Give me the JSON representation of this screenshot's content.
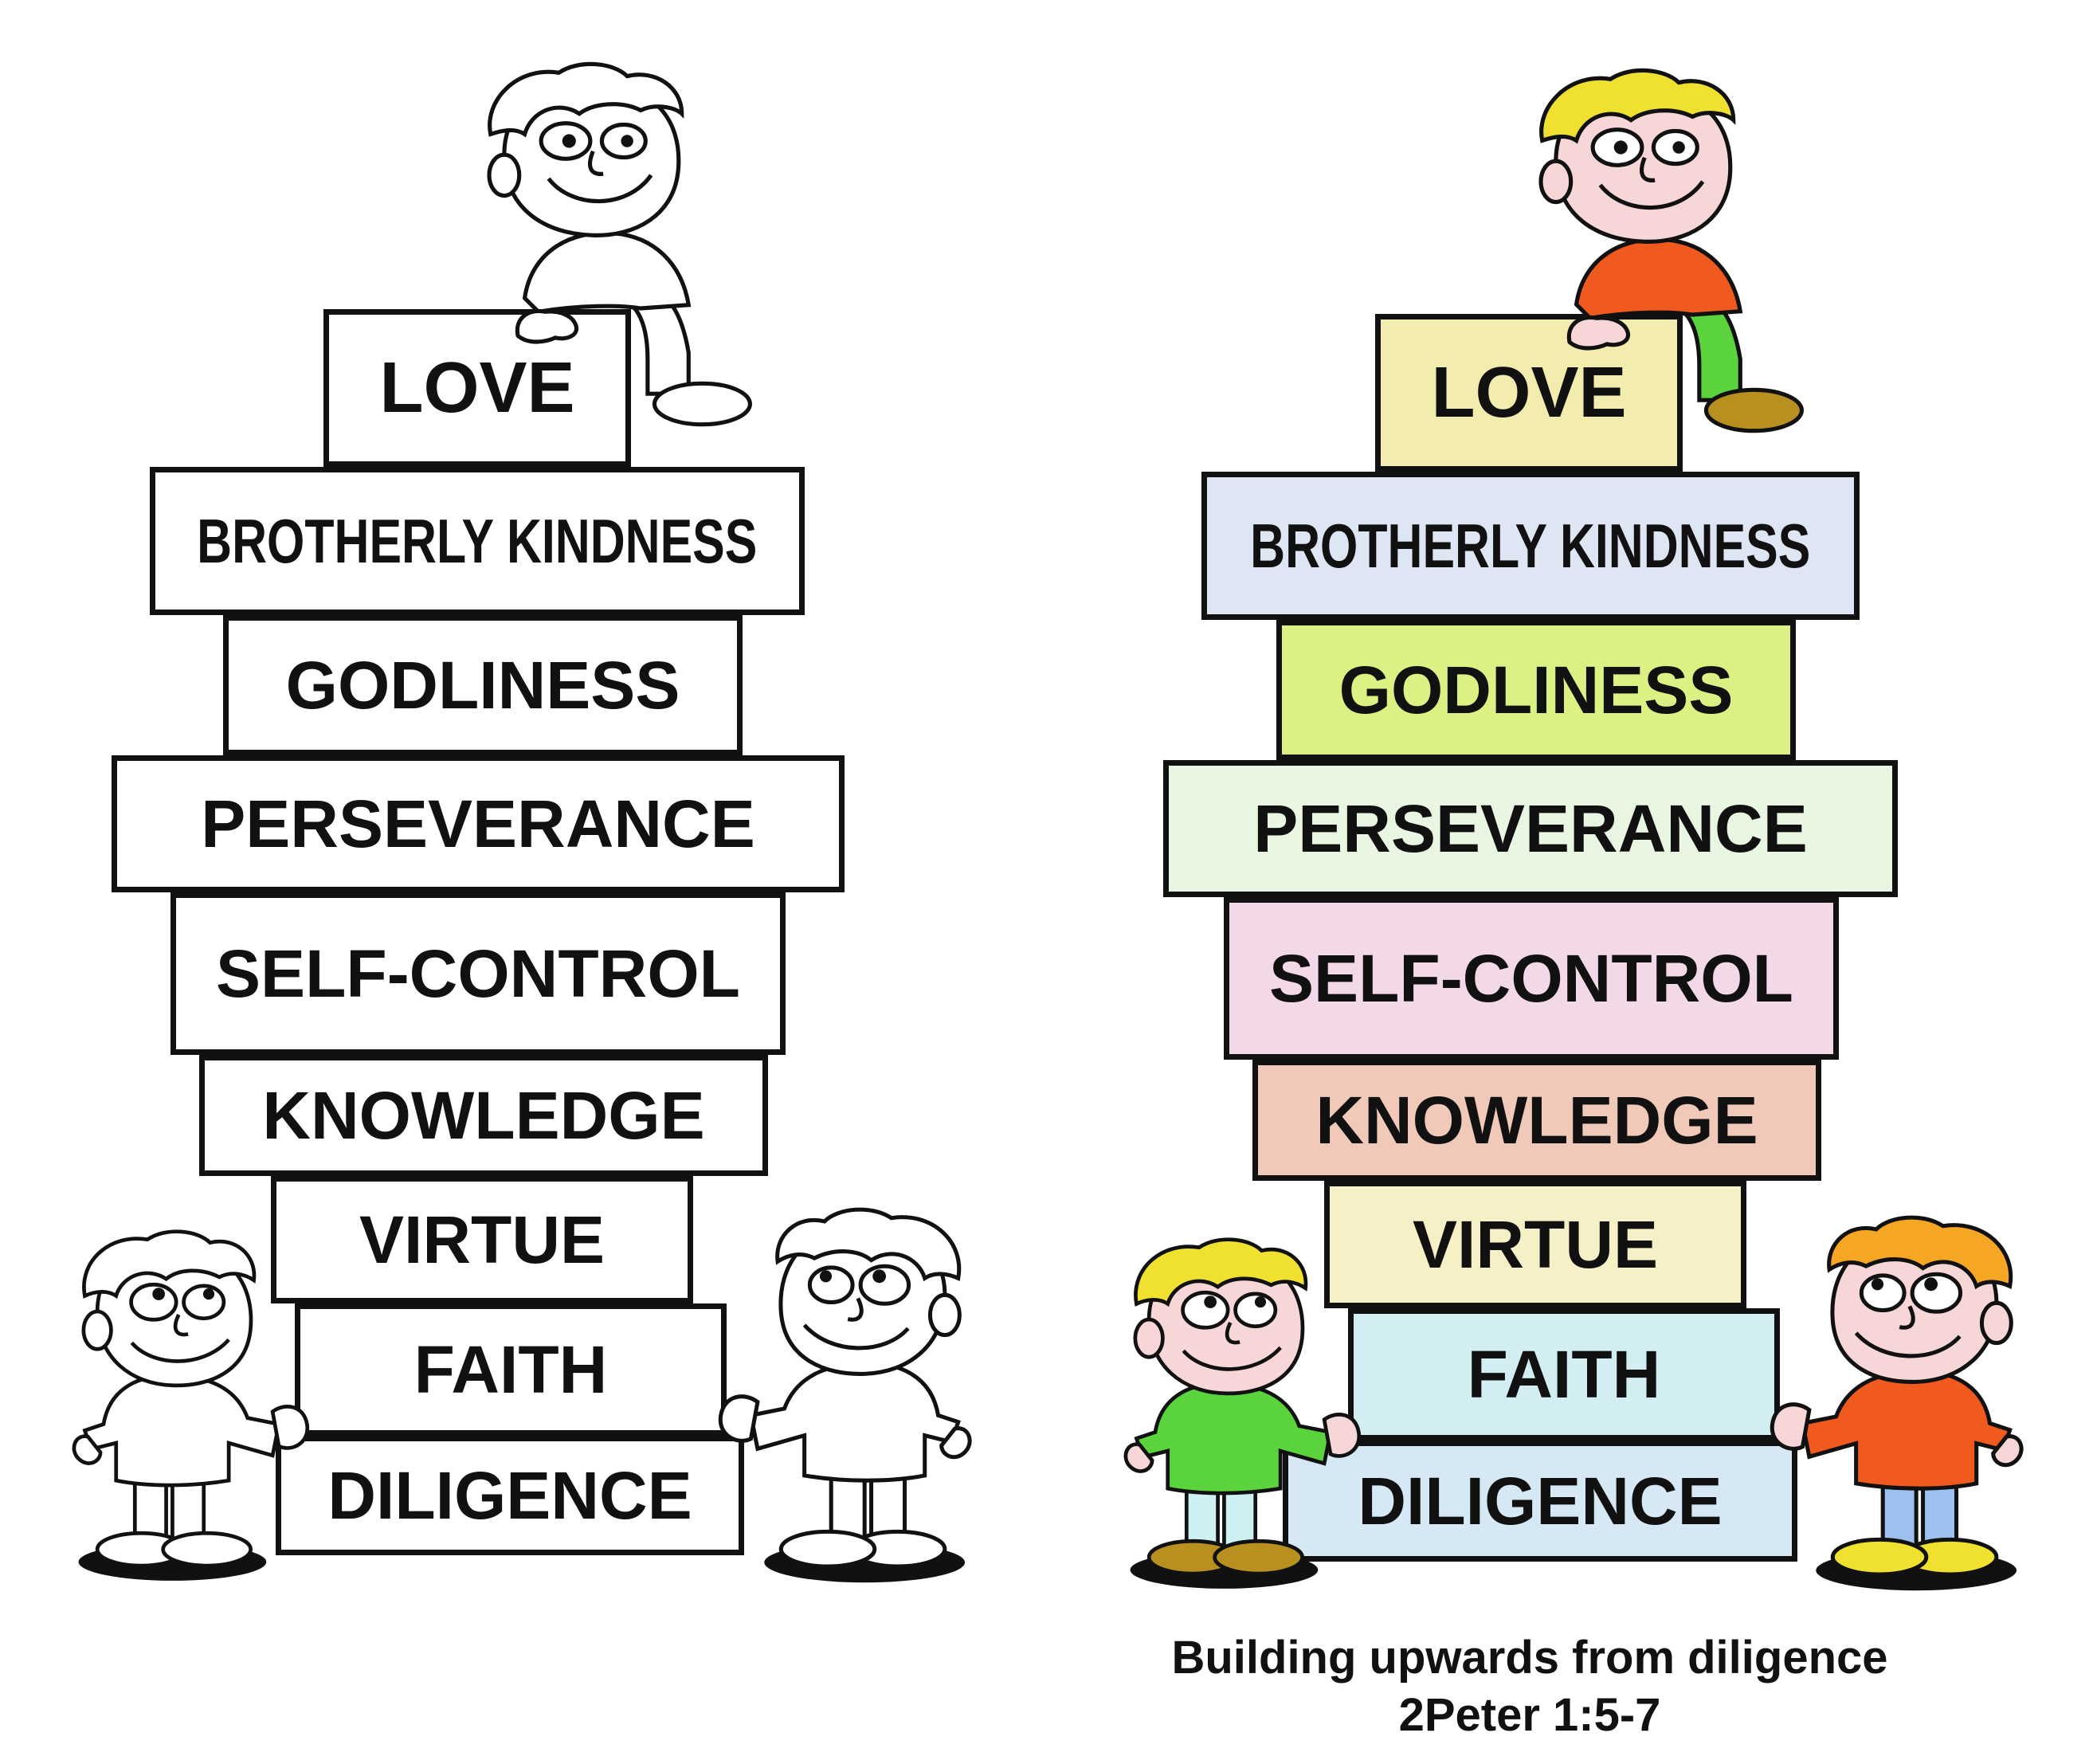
{
  "blocks": {
    "love": "LOVE",
    "brotherly_kindness": "BROTHERLY KINDNESS",
    "godliness": "GODLINESS",
    "perseverance": "PERSEVERANCE",
    "self_control": "SELF-CONTROL",
    "knowledge": "KNOWLEDGE",
    "virtue": "VIRTUE",
    "faith": "FAITH",
    "diligence": "DILIGENCE"
  },
  "caption": {
    "line1": "Building upwards from diligence",
    "line2": "2Peter 1:5-7"
  },
  "colors": {
    "outline": "#111111",
    "love": "#f2ecae",
    "brotherly_kindness": "#dfe6f3",
    "godliness": "#dcf184",
    "perseverance": "#e8f6e2",
    "self_control": "#f3d8e7",
    "knowledge": "#f0c9b8",
    "virtue": "#f5f0c6",
    "faith": "#d3eef3",
    "diligence": "#d6e8f4",
    "shirt_red": "#f05a1e",
    "shirt_green": "#5bd33c",
    "hair_yellow": "#f0e030",
    "hair_orange": "#f5a623",
    "skin": "#f6d6d6",
    "trousers_green": "#5bd33c",
    "trousers_blue": "#9cc0f0",
    "trousers_light": "#cdf0f3",
    "shoes": "#b89020"
  },
  "icons": [
    "kid-sitting-icon",
    "kid-left-icon",
    "kid-right-icon"
  ]
}
